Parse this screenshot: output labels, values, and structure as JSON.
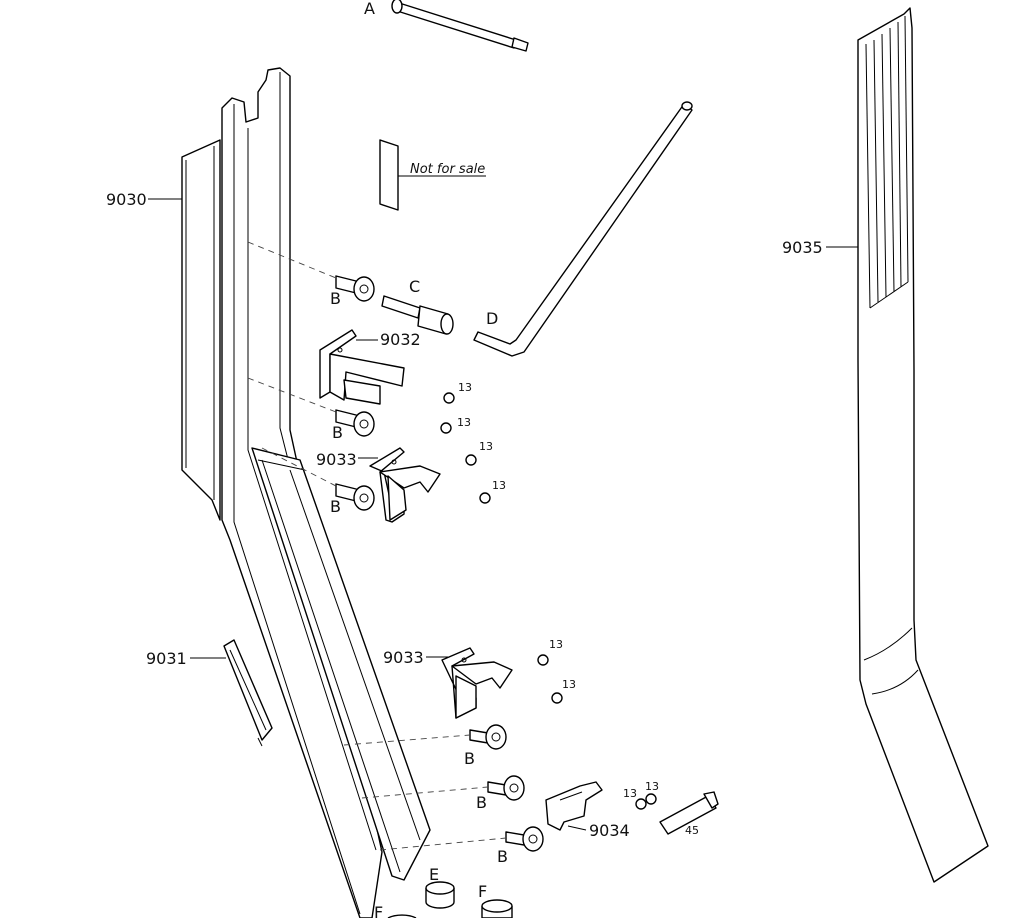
{
  "parts": {
    "p9030": "9030",
    "p9031": "9031",
    "p9032": "9032",
    "p9033": "9033",
    "p9034": "9034",
    "p9035": "9035"
  },
  "letters": {
    "A": "A",
    "B": "B",
    "C": "C",
    "D": "D",
    "E": "E",
    "F": "F"
  },
  "small": {
    "n13": "13",
    "n45": "45"
  },
  "note": "Not for sale"
}
